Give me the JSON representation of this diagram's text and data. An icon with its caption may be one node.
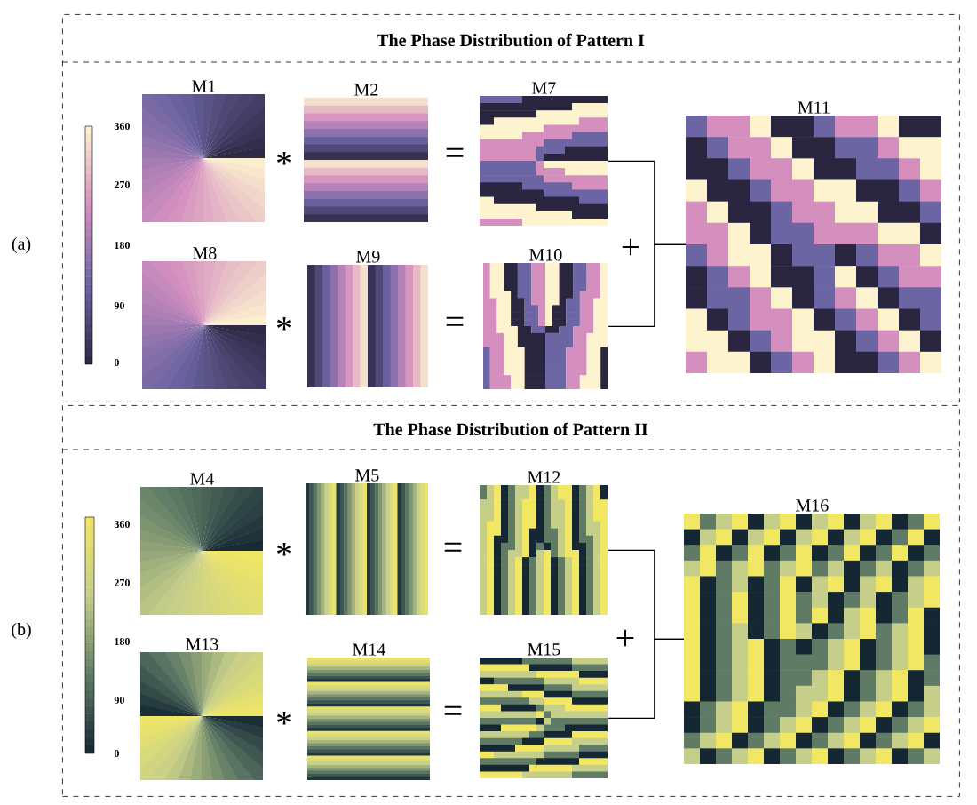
{
  "diagram": {
    "nodes": [
      {
        "text": [
          "The Phase Distribution of Pattern I"
        ]
      },
      {
        "text": [
          "M1"
        ],
        "in": 0
      },
      {
        "text": [
          "M2"
        ],
        "in": 0
      },
      {
        "text": [
          "M7"
        ],
        "in": 0
      },
      {
        "text": [
          "M8"
        ],
        "in": 0
      },
      {
        "text": [
          "M9"
        ],
        "in": 0
      },
      {
        "text": [
          "M10"
        ],
        "in": 0
      },
      {
        "text": [
          "M11"
        ],
        "in": 0
      },
      {
        "text": [
          "The Phase Distribution of Pattern II"
        ]
      },
      {
        "text": [
          "M4"
        ],
        "in": 8
      },
      {
        "text": [
          "M5"
        ],
        "in": 8
      },
      {
        "text": [
          "M12"
        ],
        "in": 8
      },
      {
        "text": [
          "M13"
        ],
        "in": 8
      },
      {
        "text": [
          "M14"
        ],
        "in": 8
      },
      {
        "text": [
          "M15"
        ],
        "in": 8
      },
      {
        "text": [
          "M16"
        ],
        "in": 8
      }
    ],
    "edges": [
      {
        "from": 3,
        "to": 7,
        "arrow": "none"
      },
      {
        "from": 6,
        "to": 7,
        "arrow": "none"
      },
      {
        "from": 11,
        "to": 15,
        "arrow": "none"
      },
      {
        "from": 14,
        "to": 15,
        "arrow": "none"
      }
    ],
    "labels": [
      "(a)",
      "360",
      "270",
      "180",
      "90",
      "0",
      "*",
      "=",
      "*",
      "=",
      "+",
      "(b)",
      "360",
      "270",
      "180",
      "90",
      "0",
      "*",
      "=",
      "*",
      "=",
      "+"
    ]
  }
}
